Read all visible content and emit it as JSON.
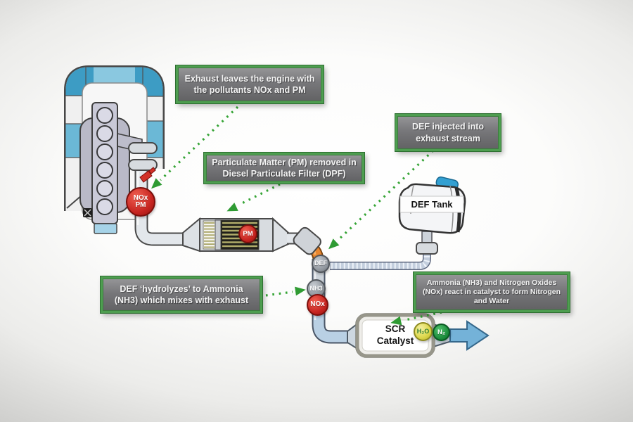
{
  "diagram": {
    "callouts": {
      "exhaust": "Exhaust leaves the engine with the pollutants NOx and PM",
      "dpf": "Particulate Matter (PM) removed in Diesel Particulate Filter (DPF)",
      "def_injected": "DEF injected into exhaust stream",
      "hydrolyzes": "DEF ‘hydrolyzes’ to Ammonia (NH3) which mixes with exhaust",
      "scr_reaction": "Ammonia (NH3) and Nitrogen Oxides (NOx) react in catalyst to form Nitrogen and Water"
    },
    "components": {
      "def_tank": "DEF Tank",
      "scr_catalyst": "SCR Catalyst"
    },
    "badges": {
      "engine_out_top": "NOx",
      "engine_out_bottom": "PM",
      "pm": "PM",
      "def": "DEF",
      "nh3": "NH3",
      "nox": "NOx",
      "h2o": "H₂O",
      "n2": "N₂"
    },
    "colors": {
      "callout_green_border": "#4e9e50",
      "arrow_green": "#35a435",
      "pollutant_red": "#c62420",
      "def_orange": "#e8862f",
      "exhaust_arrow_blue": "#74b2d8",
      "engine_loop_blue": "#8ac8e0"
    }
  }
}
